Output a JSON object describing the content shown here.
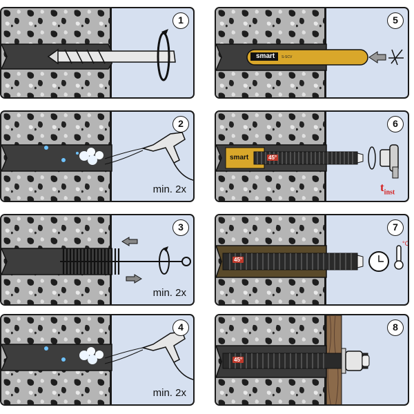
{
  "steps": [
    {
      "number": "1",
      "action": "drill"
    },
    {
      "number": "2",
      "action": "blow-out",
      "repeat": "min. 2x"
    },
    {
      "number": "3",
      "action": "brush",
      "repeat": "min. 2x"
    },
    {
      "number": "4",
      "action": "blow-out",
      "repeat": "min. 2x"
    },
    {
      "number": "5",
      "action": "insert-capsule",
      "brand": "smart",
      "product_code": "S-SCV"
    },
    {
      "number": "6",
      "action": "drive-rod",
      "brand": "smart",
      "angle": "45°",
      "time_symbol": "t",
      "time_sub": "inst"
    },
    {
      "number": "7",
      "action": "cure",
      "angle": "45°",
      "temp_unit": "°C"
    },
    {
      "number": "8",
      "action": "fasten",
      "angle": "45°"
    }
  ],
  "colors": {
    "concrete": "#b8b8b8",
    "hole": "#3a3a3a",
    "panel_bg": "#d6e0f0",
    "capsule": "#d9a72a",
    "accent": "#d42020"
  },
  "icons": [
    "rotate-arrow-icon",
    "air-blower-icon",
    "brush-icon",
    "push-arrow-icon",
    "no-rotate-icon",
    "clock-icon",
    "thermometer-icon",
    "drill-icon",
    "wood-plate-icon"
  ]
}
